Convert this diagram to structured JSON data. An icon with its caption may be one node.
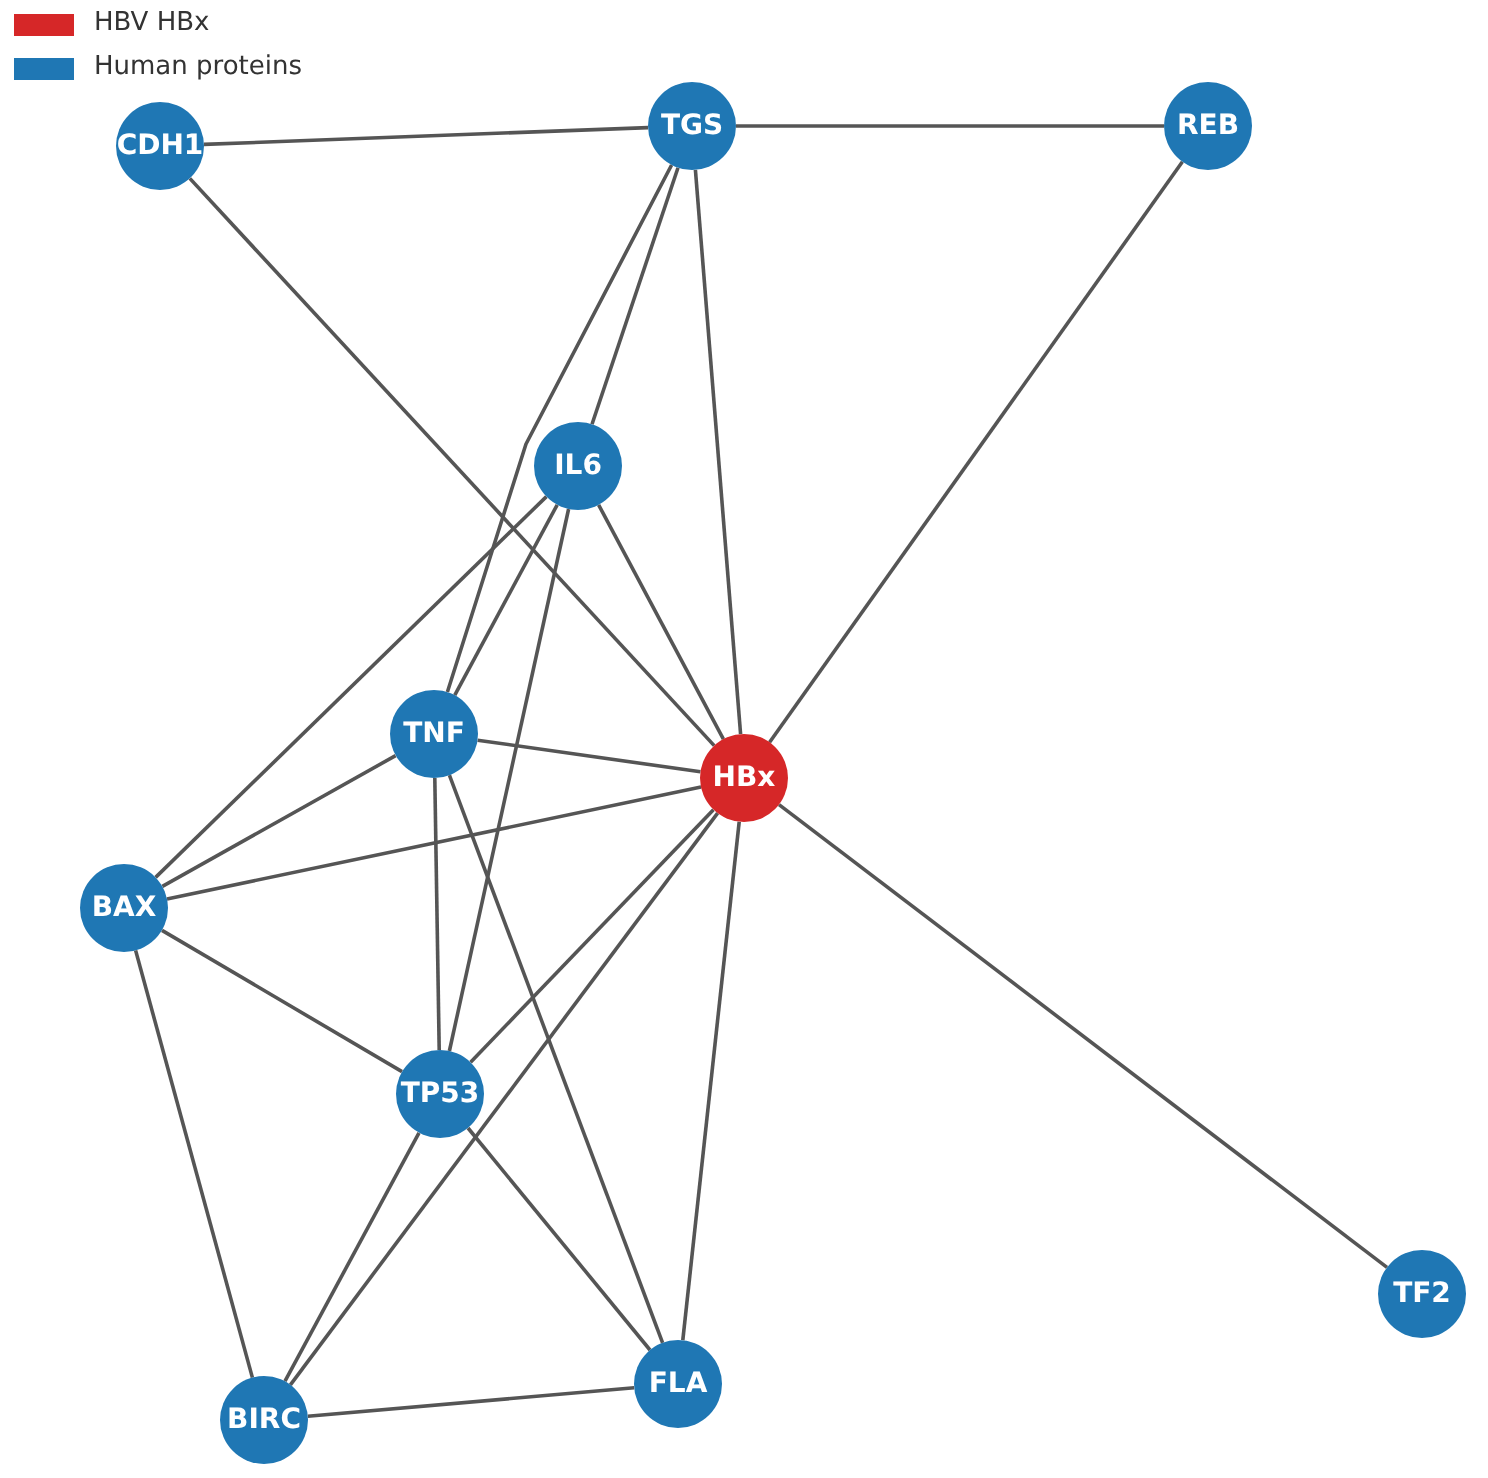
{
  "diagram": {
    "nodes": [
      {
        "text": [
          "CDH1"
        ]
      },
      {
        "text": [
          "TGS"
        ]
      },
      {
        "text": [
          "REB"
        ]
      },
      {
        "text": [
          "IL6"
        ]
      },
      {
        "text": [
          "TNF"
        ]
      },
      {
        "text": [
          "HBx"
        ]
      },
      {
        "text": [
          "BAX"
        ]
      },
      {
        "text": [
          "TP53"
        ]
      },
      {
        "text": [
          "BIRC"
        ]
      },
      {
        "text": [
          "FLA"
        ]
      },
      {
        "text": [
          "TF2"
        ]
      }
    ],
    "edges": [
      {
        "from": 0,
        "to": 1,
        "arrow": "none"
      },
      {
        "from": 0,
        "to": 5,
        "arrow": "none"
      },
      {
        "from": 1,
        "to": 2,
        "arrow": "none"
      },
      {
        "from": 1,
        "to": 3,
        "arrow": "none"
      },
      {
        "from": 1,
        "to": 4,
        "arrow": "none"
      },
      {
        "from": 1,
        "to": 5,
        "arrow": "none"
      },
      {
        "from": 2,
        "to": 5,
        "arrow": "none"
      },
      {
        "from": 3,
        "to": 4,
        "arrow": "none"
      },
      {
        "from": 3,
        "to": 5,
        "arrow": "none"
      },
      {
        "from": 3,
        "to": 6,
        "arrow": "none"
      },
      {
        "from": 3,
        "to": 7,
        "arrow": "none"
      },
      {
        "from": 4,
        "to": 5,
        "arrow": "none"
      },
      {
        "from": 4,
        "to": 6,
        "arrow": "none"
      },
      {
        "from": 4,
        "to": 7,
        "arrow": "none"
      },
      {
        "from": 4,
        "to": 9,
        "arrow": "none"
      },
      {
        "from": 5,
        "to": 6,
        "arrow": "none"
      },
      {
        "from": 5,
        "to": 7,
        "arrow": "none"
      },
      {
        "from": 5,
        "to": 8,
        "arrow": "none"
      },
      {
        "from": 5,
        "to": 9,
        "arrow": "none"
      },
      {
        "from": 5,
        "to": 10,
        "arrow": "none"
      },
      {
        "from": 6,
        "to": 7,
        "arrow": "none"
      },
      {
        "from": 6,
        "to": 8,
        "arrow": "none"
      },
      {
        "from": 7,
        "to": 8,
        "arrow": "none"
      },
      {
        "from": 7,
        "to": 9,
        "arrow": "none"
      },
      {
        "from": 8,
        "to": 9,
        "arrow": "none"
      }
    ],
    "legend": [
      {
        "text": "HBV HBx",
        "color": "#d62728"
      },
      {
        "text": "Human proteins",
        "color": "#1f77b4"
      }
    ]
  }
}
